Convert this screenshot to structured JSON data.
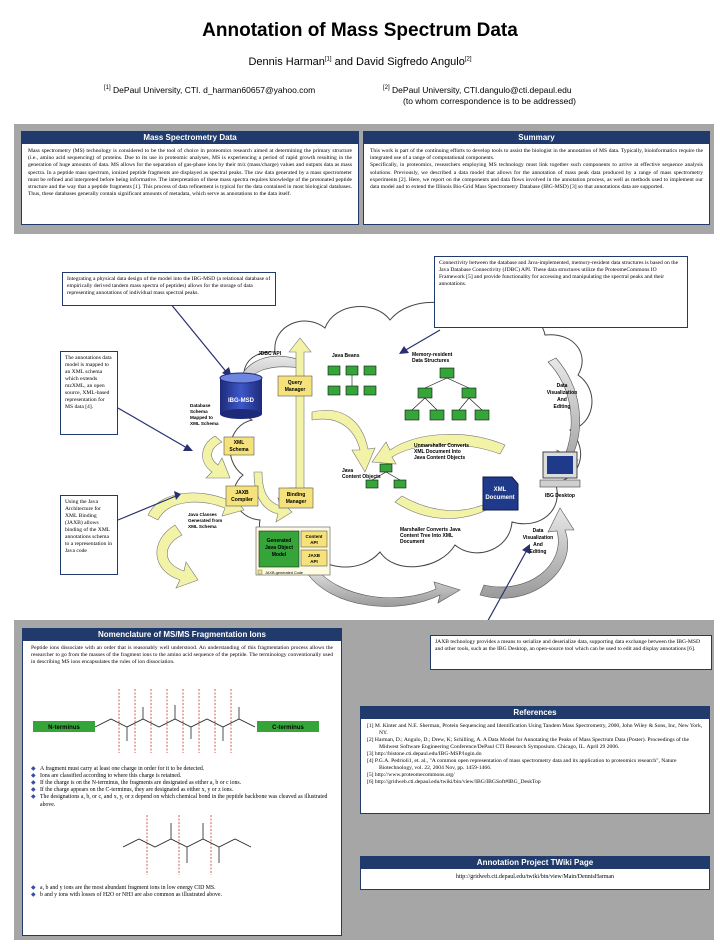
{
  "header": {
    "title": "Annotation of Mass Spectrum Data",
    "authors_a": "Dennis Harman",
    "sup1": "[1]",
    "authors_mid": " and David Sigfredo Angulo",
    "sup2": "[2]",
    "aff1": "DePaul University, CTI. d_harman60657@yahoo.com",
    "aff2_line1": "DePaul University, CTI.dangulo@cti.depaul.edu",
    "aff2_line2": "(to whom correspondence is to be addressed)"
  },
  "mass_spec": {
    "heading": "Mass Spectrometry Data",
    "body": "Mass spectrometry (MS) technology is considered to be the tool of choice in proteomics research aimed at determining the primary structure (i.e., amino acid sequencing) of proteins. Due to its use in proteomic analyses, MS is experiencing a period of rapid growth resulting in the generation of huge amounts of data. MS allows for the separation of gas-phase ions by their m/z (mass/charge) values and outputs data as mass spectra. In a peptide mass spectrum, ionized peptide fragments are displayed as spectral peaks. The raw data generated by a mass spectrometer must be refined and interpreted before being informative. The interpretation of these mass spectra requires knowledge of the protonated peptide structure and the way that a peptide fragments [1]. This process of data refinement is typical for the data contained in most biological databases. Thus, these databases generally contain significant amounts of metadata, which serve as annotations to the data itself."
  },
  "summary": {
    "heading": "Summary",
    "body1": "This work is part of the continuing efforts to develop tools to assist the biologist in the annotation of MS data. Typically, bioinformatics require the integrated use of a range of computational components.",
    "body2": "Specifically, in proteomics, researchers employing MS technology must link together such components to arrive at effective sequence analysis solutions. Previously, we described a data model that allows for the annotation of mass peak data produced by a range of mass spectrometry experiments [2]. Here, we report on the components and data flows involved in the annotation process, as well as methods used to implement our data model and to extend the Illinois Bio-Grid Mass Spectrometry Database (IBG-MSD) [3] so that annotations data are supported."
  },
  "notes": {
    "connectivity": "Connectivity between the database and Java-implemented, memory-resident data structures is based on the Java Database Connectivity (JDBC) API. These data structures utilize the ProteomeCommons IO Framework [5] and provide functionality for accessing and manipulating the spectral peaks and their annotations.",
    "integrating": "Integrating a physical data design of the model into the IBG-MSD (a relational database of empirically derived tandem mass spectra of peptides) allows for the storage of data representing annotations of individual mass spectral peaks.",
    "annotations": "The annotations data model is mapped to an XML schema which extends mzXML, an open source, XML-based representation for MS data [4].",
    "jaxb_arch": "Using the Java Architecture for XML Binding (JAXB) allows binding of the XML annotations schema to a representation in Java code",
    "jaxb_tech": "JAXB technology provides a means to serialize and deserialize data, supporting data exchange between the IBG-MSD and other tools, such as the IBG Desktop, an open-source tool which can be used to edit and display annotations [6]."
  },
  "diagram": {
    "jdbc_api": "JDBC API",
    "java_beans": "Java Beans",
    "memory_resident_1": "Memory-resident",
    "memory_resident_2": "Data Structures",
    "ibg_msd": "IBG-MSD",
    "query_manager_1": "Query",
    "query_manager_2": "Manager",
    "schema_1": "Database",
    "schema_2": "Schema",
    "schema_3": "Mapped to",
    "schema_4": "XML Schema",
    "xml_schema_1": "XML",
    "xml_schema_2": "Schema",
    "jaxb_compiler_1": "JAXB",
    "jaxb_compiler_2": "Compiler",
    "binding_manager_1": "Binding",
    "binding_manager_2": "Manager",
    "java_classes_1": "Java Classes",
    "java_classes_2": "Generated from",
    "java_classes_3": "XML Schema",
    "generated_model_1": "Generated",
    "generated_model_2": "Java Object",
    "generated_model_3": "Model",
    "content_api_1": "Content",
    "content_api_2": "API",
    "jaxb_api_1": "JAXB",
    "jaxb_api_2": "API",
    "jaxb_code": "JAXB-generated Code",
    "java_content_1": "Java",
    "java_content_2": "Content Objects",
    "unmarshaller_1": "Unmarshaller Converts",
    "unmarshaller_2": "XML Document Into",
    "unmarshaller_3": "Java Content Objects",
    "marshaller_1": "Marshaller Converts Java",
    "marshaller_2": "Content Tree Into XML",
    "marshaller_3": "Document",
    "xml_document_1": "XML",
    "xml_document_2": "Document",
    "ibg_desktop": "IBG Desktop",
    "dv_1": "Data",
    "dv_2": "Visualization",
    "dv_3": "And",
    "dv_4": "Editing"
  },
  "nomenclature": {
    "heading": "Nomenclature of MS/MS Fragmentation Ions",
    "intro": "Peptide ions dissociate with an order that is reasonably well understood. An understanding of this fragmentation process allows the researcher to go from the masses of the fragment ions to the amino acid sequence of the peptide. The terminology conventionally used in describing MS ions encapsulates the rules of ion dissociation.",
    "n_terminus": "N-terminus",
    "c_terminus": "C-terminus",
    "bullets": [
      "A fragment must carry at least one charge in order for it to be detected.",
      "Ions are classified according to where this charge is retained.",
      "If the charge is on the N-terminus, the fragments are designated as either a, b or c ions.",
      "If the charge appears on the C-terminus, they are designated as either x, y or z ions.",
      "The designations a, b, or c, and x, y, or z depend on which chemical bond in the peptide backbone was cleaved as illustrated above."
    ],
    "bullets2": [
      "a, b and y ions are the most abundant fragment ions in low energy CID MS.",
      "b and y ions with losses of H2O or NH3 are also common as illustrated above."
    ]
  },
  "references": {
    "heading": "References",
    "items": [
      "[1] M. Kinter and N.E. Sherman, Protein Sequencing and Identification Using Tandem Mass Spectrometry, 2000, John Wiley & Sons, Inc, New York, NY.",
      "[2] Harman, D.; Angulo, D.; Drew, K; Schilling, A. A Data Model for Annotating the Peaks of Mass Spectrum Data (Poster). Proceedings of the Midwest Software Engineering Conference/DePaul CTI Research Symposium. Chicago, IL. April 29 2006.",
      "[3] http://bistone.cti.depaul.edu/IBG-MSP/login.do",
      "[4] P.G.A. Pedrioli1, et. al., \"A common open representation of mass spectrometry data and its application to proteomics research\", Nature Biotechnology, vol. 22, 2004 Nov, pp. 1459-1466.",
      "[5] http://www.proteomecommons.org/",
      "[6] http://gridweb.cti.depaul.edu/twiki/bin/view/IBG/IBGSoft#IBG_DeskTop"
    ]
  },
  "twiki": {
    "heading": "Annotation Project TWiki Page",
    "url": "http://gridweb.cti.depaul.edu/twiki/bin/view/Main/DennisHarman"
  },
  "colors": {
    "panel_header": "#1f3a6b",
    "band": "#a6a6a6",
    "box_yellow": "#f6e27a",
    "box_green": "#35a53a",
    "arrow_fill": "#f3f3a8"
  }
}
